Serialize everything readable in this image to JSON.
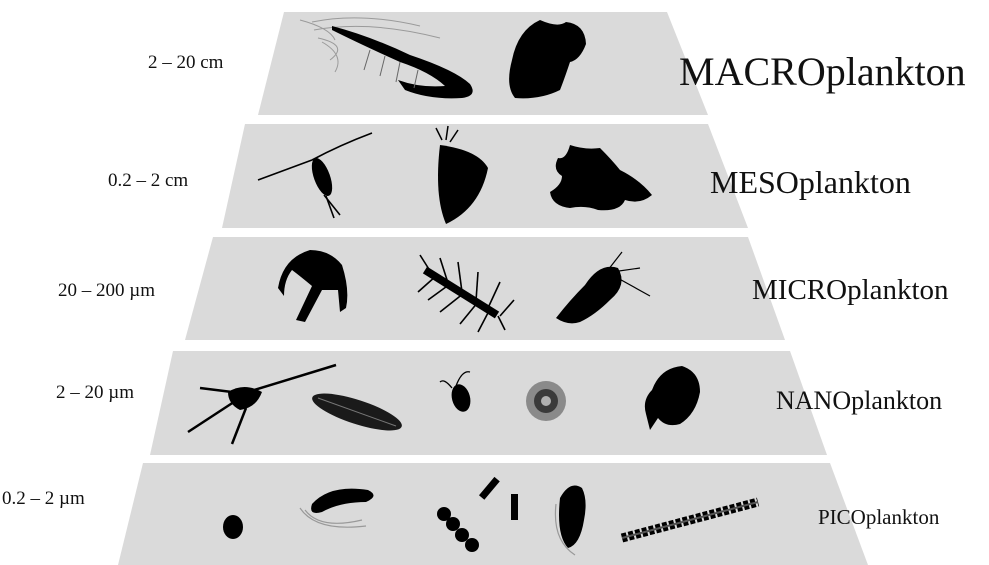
{
  "tiers": [
    {
      "size_range": "2 – 20 cm",
      "class_name": "MACROplankton",
      "organisms": [
        "shrimp-icon",
        "pteropod-icon"
      ]
    },
    {
      "size_range": "0.2 – 2 cm",
      "class_name": "MESOplankton",
      "organisms": [
        "copepod-icon",
        "arrow-worm-larva-icon",
        "crab-larva-icon"
      ]
    },
    {
      "size_range": "20 – 200 µm",
      "class_name": "MICROplankton",
      "organisms": [
        "dinoflagellate-icon",
        "spiny-diatom-chain-icon",
        "nauplius-icon"
      ]
    },
    {
      "size_range": "2 – 20 µm",
      "class_name": "NANOplankton",
      "organisms": [
        "ceratium-icon",
        "pennate-diatom-icon",
        "flagellate-icon",
        "coccolithophore-icon",
        "ciliate-icon"
      ]
    },
    {
      "size_range": "0.2 – 2 µm",
      "class_name": "PICOplankton",
      "organisms": [
        "coccus-icon",
        "spirillum-bacterium-icon",
        "rod-bacteria-icon",
        "cyanobacteria-chain-icon",
        "vibrio-bacterium-icon",
        "filament-chain-icon"
      ]
    }
  ],
  "colors": {
    "band": "#dadada",
    "silhouette": "#000000",
    "text": "#111111"
  }
}
